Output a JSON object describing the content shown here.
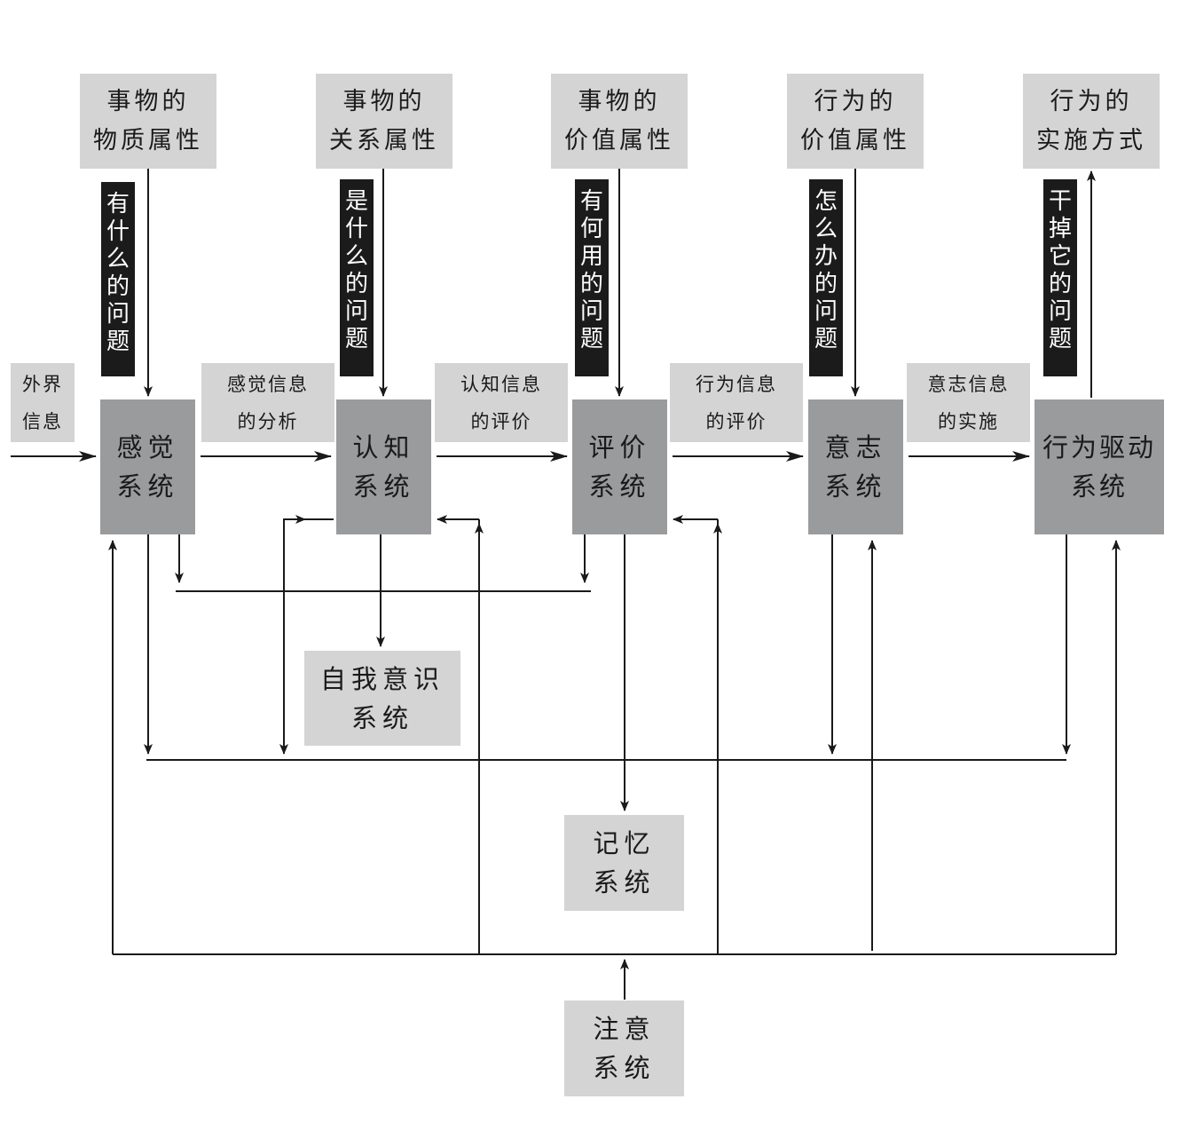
{
  "attributes": {
    "material": [
      "事物的",
      "物质属性"
    ],
    "relation": [
      "事物的",
      "关系属性"
    ],
    "value": [
      "事物的",
      "价值属性"
    ],
    "action_value": [
      "行为的",
      "价值属性"
    ],
    "action_mode": [
      "行为的",
      "实施方式"
    ]
  },
  "questions": {
    "what_has": "有什么的问题",
    "what_is": "是什么的问题",
    "what_use": "有何用的问题",
    "how_to": "怎么办的问题",
    "do_it": "干掉它的问题"
  },
  "info_labels": {
    "external": [
      "外界",
      "信息"
    ],
    "sensation": [
      "感觉信息",
      "的分析"
    ],
    "cognition": [
      "认知信息",
      "的评价"
    ],
    "behavior": [
      "行为信息",
      "的评价"
    ],
    "will": [
      "意志信息",
      "的实施"
    ]
  },
  "systems": {
    "sensation": [
      "感觉",
      "系统"
    ],
    "cognition": [
      "认知",
      "系统"
    ],
    "evaluation": [
      "评价",
      "系统"
    ],
    "will": [
      "意志",
      "系统"
    ],
    "drive": [
      "行为驱动",
      "系统"
    ],
    "self": [
      "自我意识",
      "系统"
    ],
    "memory": [
      "记忆",
      "系统"
    ],
    "attention": [
      "注意",
      "系统"
    ]
  },
  "colors": {
    "system_box": "#9a9b9d",
    "label_box": "#d4d4d5",
    "question_bar": "#1b1b1b",
    "line": "#1a1a1a"
  }
}
